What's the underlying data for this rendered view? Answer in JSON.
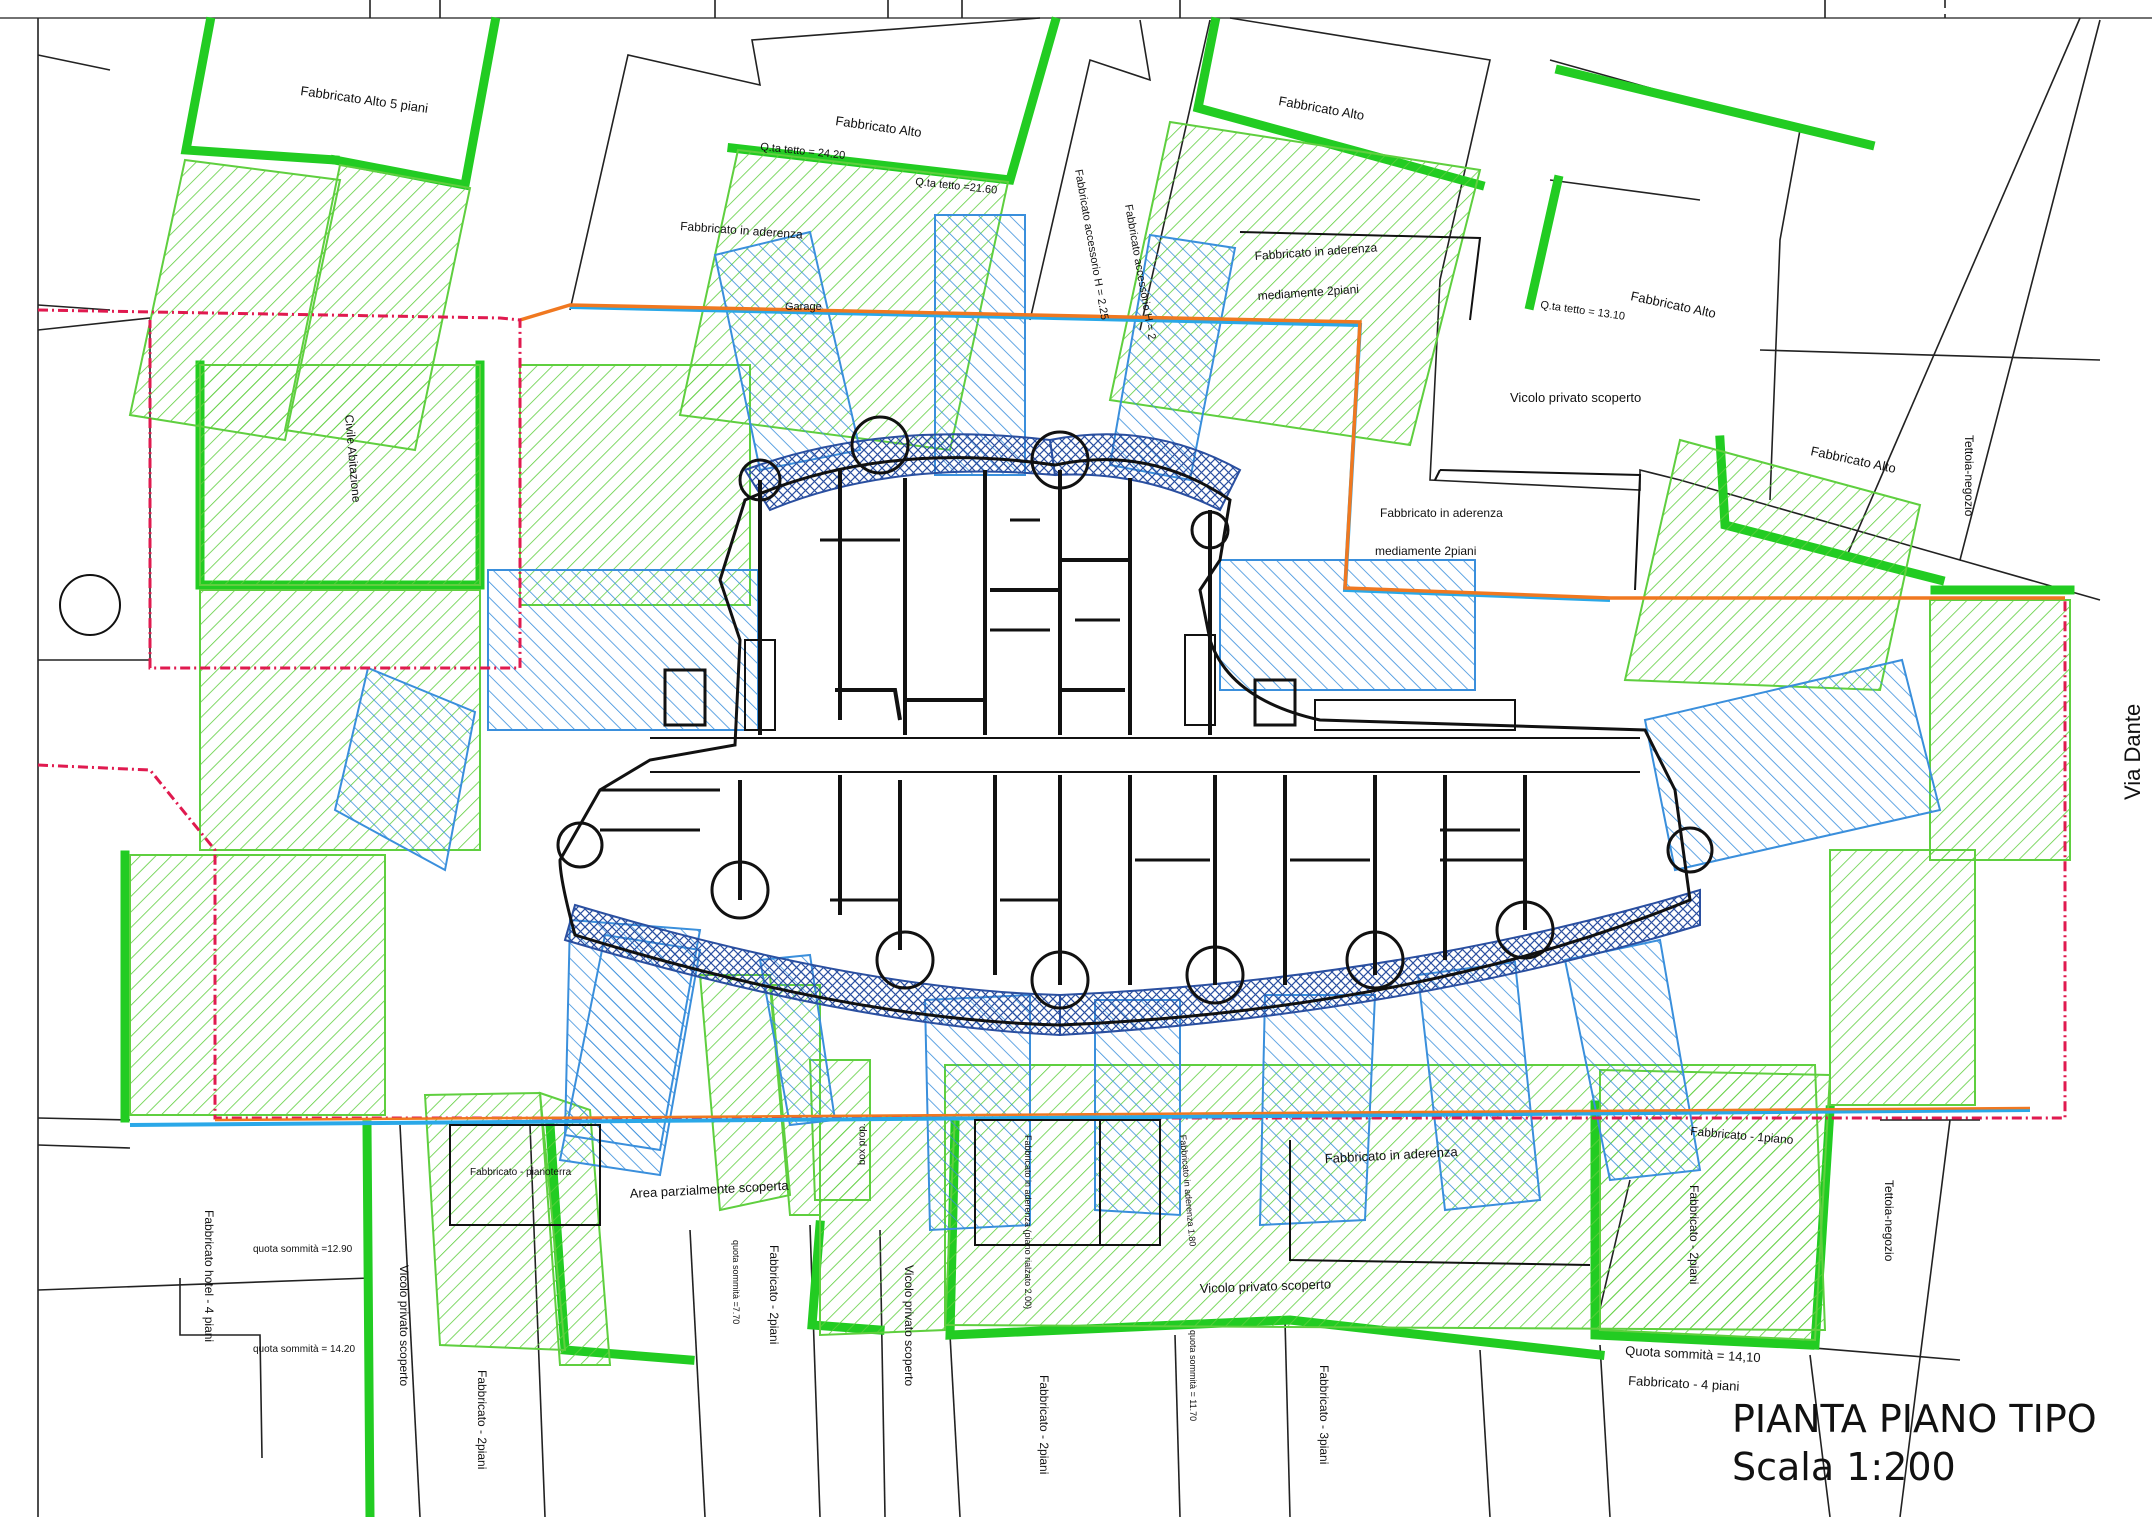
{
  "title": {
    "line1": "PIANTA PIANO TIPO",
    "line2": "Scala 1:200"
  },
  "street": "Via Dante",
  "labels": {
    "fabbricato_alto_5": "Fabbricato Alto 5 piani",
    "fabbricato_alto_a": "Fabbricato Alto",
    "qta_2420": "Q.ta tetto = 24.20",
    "qta_2160": "Q.ta tetto =21.60",
    "aderenza_top": "Fabbricato in aderenza",
    "garage": "Garage",
    "accessorio_1": "Fabbricato accessorio H = 2.25",
    "accessorio_2": "Fabbricato accessorio H = 2",
    "fabbricato_alto_b": "Fabbricato Alto",
    "aderenza_2piani_a1": "Fabbricato in aderenza",
    "aderenza_2piani_a2": "mediamente 2piani",
    "qta_1310": "Q.ta tetto = 13.10",
    "fabbricato_alto_c": "Fabbricato Alto",
    "vicolo_top": "Vicolo privato scoperto",
    "fabbricato_alto_d": "Fabbricato Alto",
    "tettoia_top": "Tettoia-negozio",
    "civile": "Civile Abitazione",
    "aderenza_2piani_b1": "Fabbricato in aderenza",
    "aderenza_2piani_b2": "mediamente 2piani",
    "fab_pianoterra": "Fabbricato - pianoterra",
    "area_parz": "Area parzialmente scoperta",
    "box_prop": "box prop.",
    "aderenza_bottom": "Fabbricato in aderenza",
    "fab_1piano": "Fabbricato - 1piano",
    "fab_alto_hotel": "Fabbricato hotel - 4 piani",
    "quota_1290": "quota sommità =12.90",
    "quota_1420": "quota sommità = 14.20",
    "vicolo_b1": "Vicolo privato scoperto",
    "fab_2piani_a": "Fabbricato - 2piani",
    "quota_770": "quota sommità =7.70",
    "fab_2piani_b": "Fabbricato - 2piani",
    "vicolo_b2": "Vicolo privato scoperto",
    "vicolo_b3": "Vicolo privato scoperto",
    "fab_2piani_c": "Fabbricato - 2piani",
    "quota_1170": "quota sommità = 11.70",
    "fab_3piani": "Fabbricato - 3piani",
    "quota_1410": "Quota sommità = 14,10",
    "fab_4piani": "Fabbricato - 4 piani",
    "fab_2piani_d": "Fabbricato - 2piani",
    "tettoia_bottom": "Tettoia-negozio",
    "aderenza_b2": "Fabbricato in aderenza (piano rialzato 2.00)",
    "aderenza_b3": "Fabbricato in aderenza 1.80"
  },
  "colors": {
    "green_hatch": "#5fcf3f",
    "green_wall": "#22cc22",
    "blue_hatch": "#3a8fdc",
    "red_dash": "#e01a4f",
    "orange": "#f07820",
    "cyan": "#2aa8e8"
  }
}
